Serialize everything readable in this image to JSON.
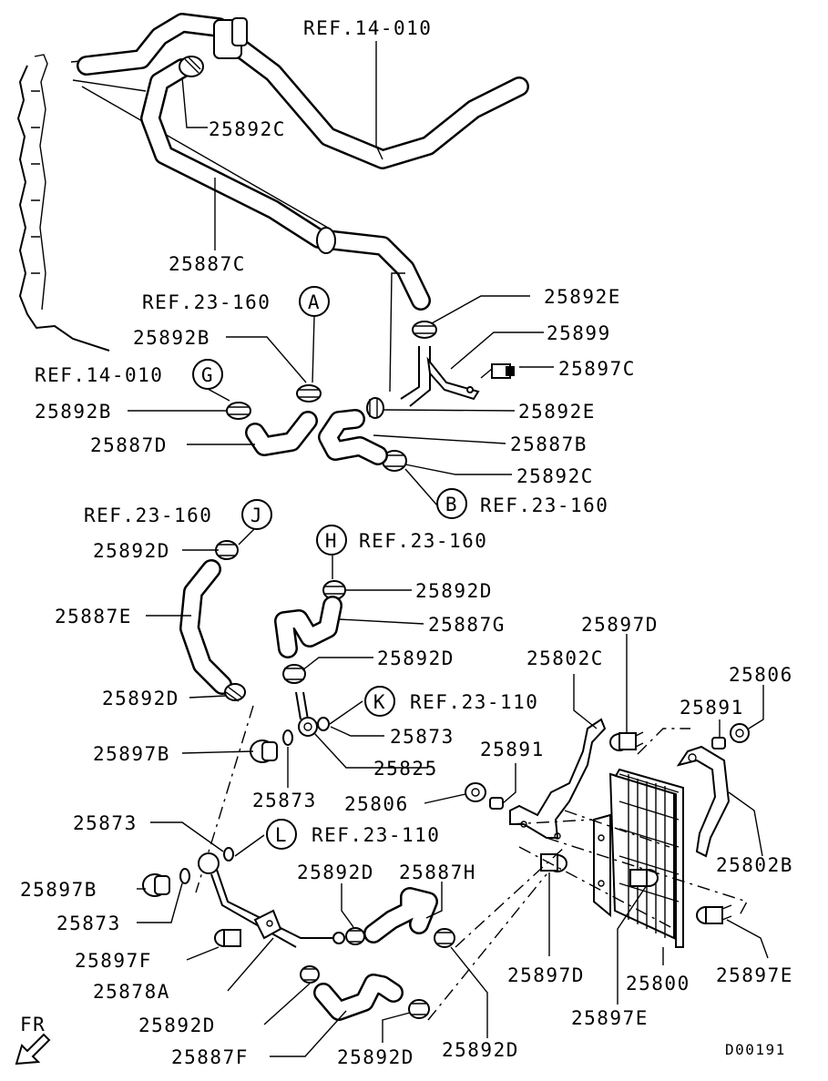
{
  "labels": {
    "ref_14_010_top": "REF.14-010",
    "c25892c_top": "25892C",
    "c25887c": "25887C",
    "ref_23_160_a": "REF.23-160",
    "c25892e_1": "25892E",
    "c25899": "25899",
    "c25892b_1": "25892B",
    "c25897c": "25897C",
    "ref_14_010_g": "REF.14-010",
    "c25892e_2": "25892E",
    "c25892b_2": "25892B",
    "c25887b": "25887B",
    "c25887d": "25887D",
    "c25892c_2": "25892C",
    "ref_23_160_b": "REF.23-160",
    "ref_23_160_j": "REF.23-160",
    "c25892d_j": "25892D",
    "ref_23_160_h": "REF.23-160",
    "c25892d_h": "25892D",
    "c25887e": "25887E",
    "c25887g": "25887G",
    "c25897d_top": "25897D",
    "c25802c": "25802C",
    "c25892d_g": "25892D",
    "c25806_r": "25806",
    "ref_23_110_k": "REF.23-110",
    "c25892d_e": "25892D",
    "c25891_r": "25891",
    "c25873_k": "25873",
    "c25897b_1": "25897B",
    "c25825": "25825",
    "c25891_m": "25891",
    "c25873_m": "25873",
    "c25806_m": "25806",
    "c25873_l": "25873",
    "ref_23_110_l": "REF.23-110",
    "c25802b": "25802B",
    "c25892d_h2": "25892D",
    "c25887h": "25887H",
    "c25897b_2": "25897B",
    "c25873_b": "25873",
    "c25897f": "25897F",
    "c25897d_b": "25897D",
    "c25800": "25800",
    "c25897e_r": "25897E",
    "c25878a": "25878A",
    "c25892d_f": "25892D",
    "c25897e_b": "25897E",
    "c25887f": "25887F",
    "c25892d_b1": "25892D",
    "c25892d_b2": "25892D",
    "fr": "FR",
    "diagram_id": "D00191"
  },
  "callouts": {
    "a": "A",
    "g": "G",
    "b": "B",
    "j": "J",
    "h": "H",
    "k": "K",
    "l": "L"
  }
}
